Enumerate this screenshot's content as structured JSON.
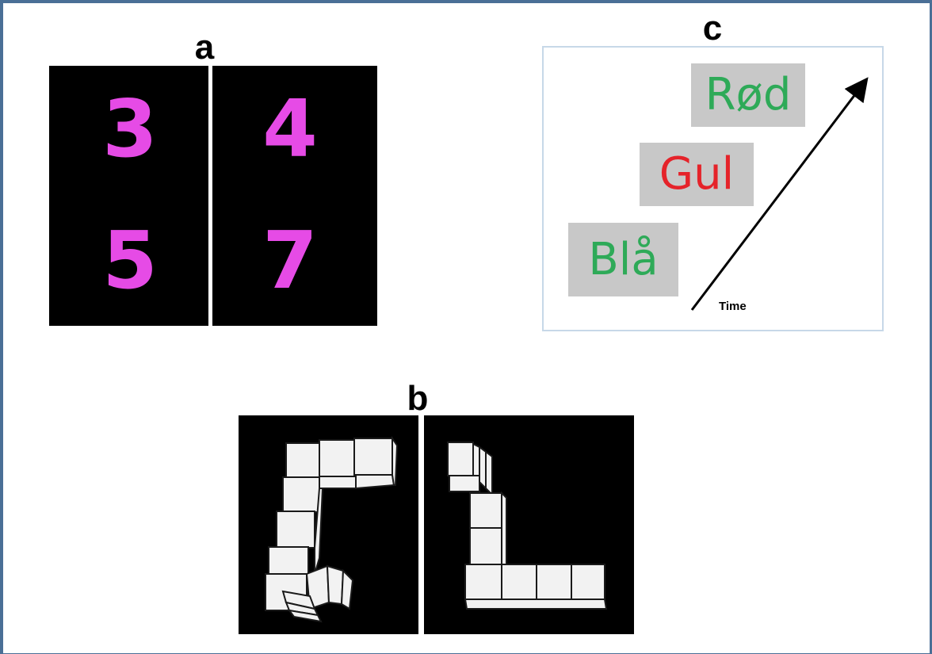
{
  "panels": {
    "a": {
      "label": "a",
      "digits": [
        "3",
        "5",
        "4",
        "7"
      ],
      "digit_color": "#e64be6"
    },
    "b": {
      "label": "b"
    },
    "c": {
      "label": "c",
      "words": [
        {
          "text": "Rød",
          "color": "#2eaa58"
        },
        {
          "text": "Gul",
          "color": "#e5232a"
        },
        {
          "text": "Blå",
          "color": "#2eaa58"
        }
      ],
      "axis_label": "Time"
    }
  }
}
